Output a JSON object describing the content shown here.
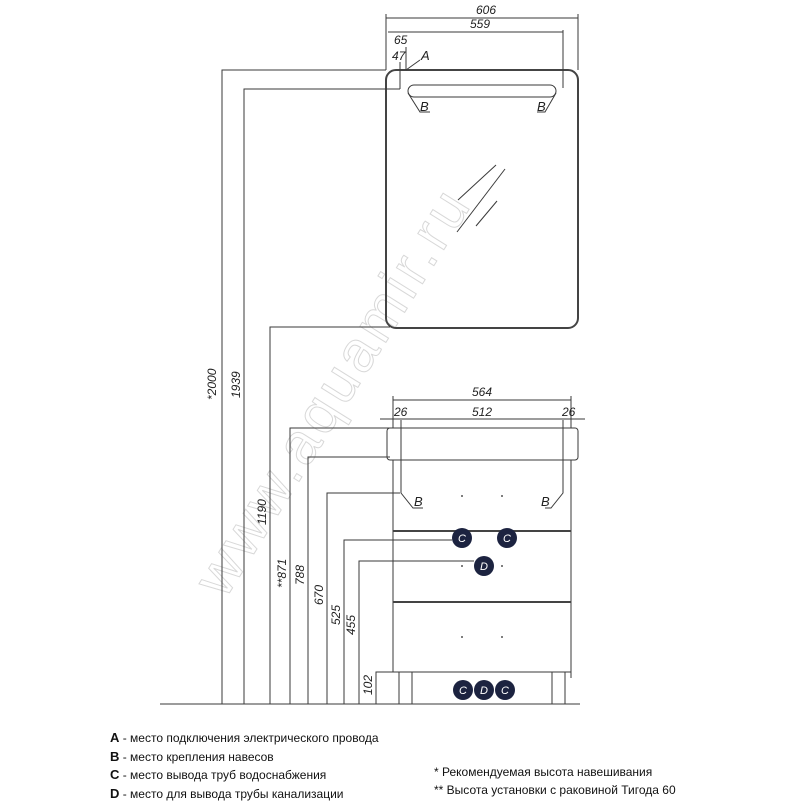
{
  "watermark": "www.aquamir.ru",
  "mirror": {
    "dims": {
      "total_width": "606",
      "inner_width": "559",
      "offset_a": "65",
      "offset_b": "47"
    },
    "labels": {
      "a": "A",
      "b_left": "B",
      "b_right": "B"
    }
  },
  "heights": {
    "h2000": "*2000",
    "h1939": "1939",
    "h1190": "1190",
    "h871": "**871",
    "h788": "788",
    "h670": "670",
    "h525": "525",
    "h455": "455",
    "h102": "102"
  },
  "vanity": {
    "dims": {
      "total_width": "564",
      "inner_width": "512",
      "left_edge": "26",
      "right_edge": "26"
    },
    "labels": {
      "b_left": "B",
      "b_right": "B"
    },
    "markers": {
      "c1": "C",
      "c2": "C",
      "d": "D",
      "bottom_c1": "C",
      "bottom_d": "D",
      "bottom_c2": "C"
    }
  },
  "legend": {
    "items": [
      {
        "key": "A",
        "text": " - место подключения электрического провода"
      },
      {
        "key": "B",
        "text": " - место крепления навесов"
      },
      {
        "key": "C",
        "text": " - место вывода труб водоснабжения"
      },
      {
        "key": "D",
        "text": " - место для вывода трубы канализации"
      }
    ],
    "notes": [
      "* Рекомендуемая высота навешивания",
      "** Высота установки с раковиной Тигода 60"
    ]
  }
}
